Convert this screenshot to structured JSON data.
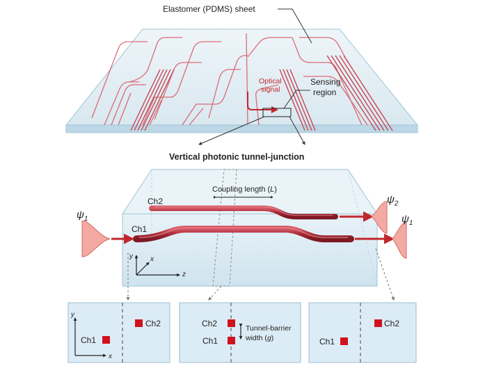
{
  "colors": {
    "waveguide": "#b5303c",
    "waveguide_light": "#e07b85",
    "glass_fill": "#dcebf3",
    "glass_edge": "#9fc3d6",
    "panel_fill": "#dcecf6",
    "panel_edge": "#9bbdd2",
    "ch_square": "#d0121e",
    "wave_fill": "#f1a7a0",
    "text_red": "#c0272d"
  },
  "top": {
    "sheet_label": "Elastomer (PDMS) sheet",
    "optical_line1": "Optical",
    "optical_line2": "signal",
    "sensing_line1": "Sensing",
    "sensing_line2": "region"
  },
  "middle": {
    "title": "Vertical photonic tunnel-junction",
    "coupling_text": "Coupling length (",
    "coupling_symbol": "L",
    "coupling_close": ")",
    "ch2": "Ch2",
    "ch1": "Ch1",
    "psi": "ψ",
    "sub1": "1",
    "sub2": "2",
    "axis_y": "y",
    "axis_x": "x",
    "axis_z": "z"
  },
  "panels": [
    {
      "ch2": "Ch2",
      "ch1": "Ch1",
      "axis_y": "y",
      "axis_x": "x"
    },
    {
      "ch2": "Ch2",
      "ch1": "Ch1",
      "barrier_line1": "Tunnel-barrier",
      "barrier_line2": "width (",
      "barrier_symbol": "g",
      "barrier_close": ")"
    },
    {
      "ch2": "Ch2",
      "ch1": "Ch1"
    }
  ]
}
